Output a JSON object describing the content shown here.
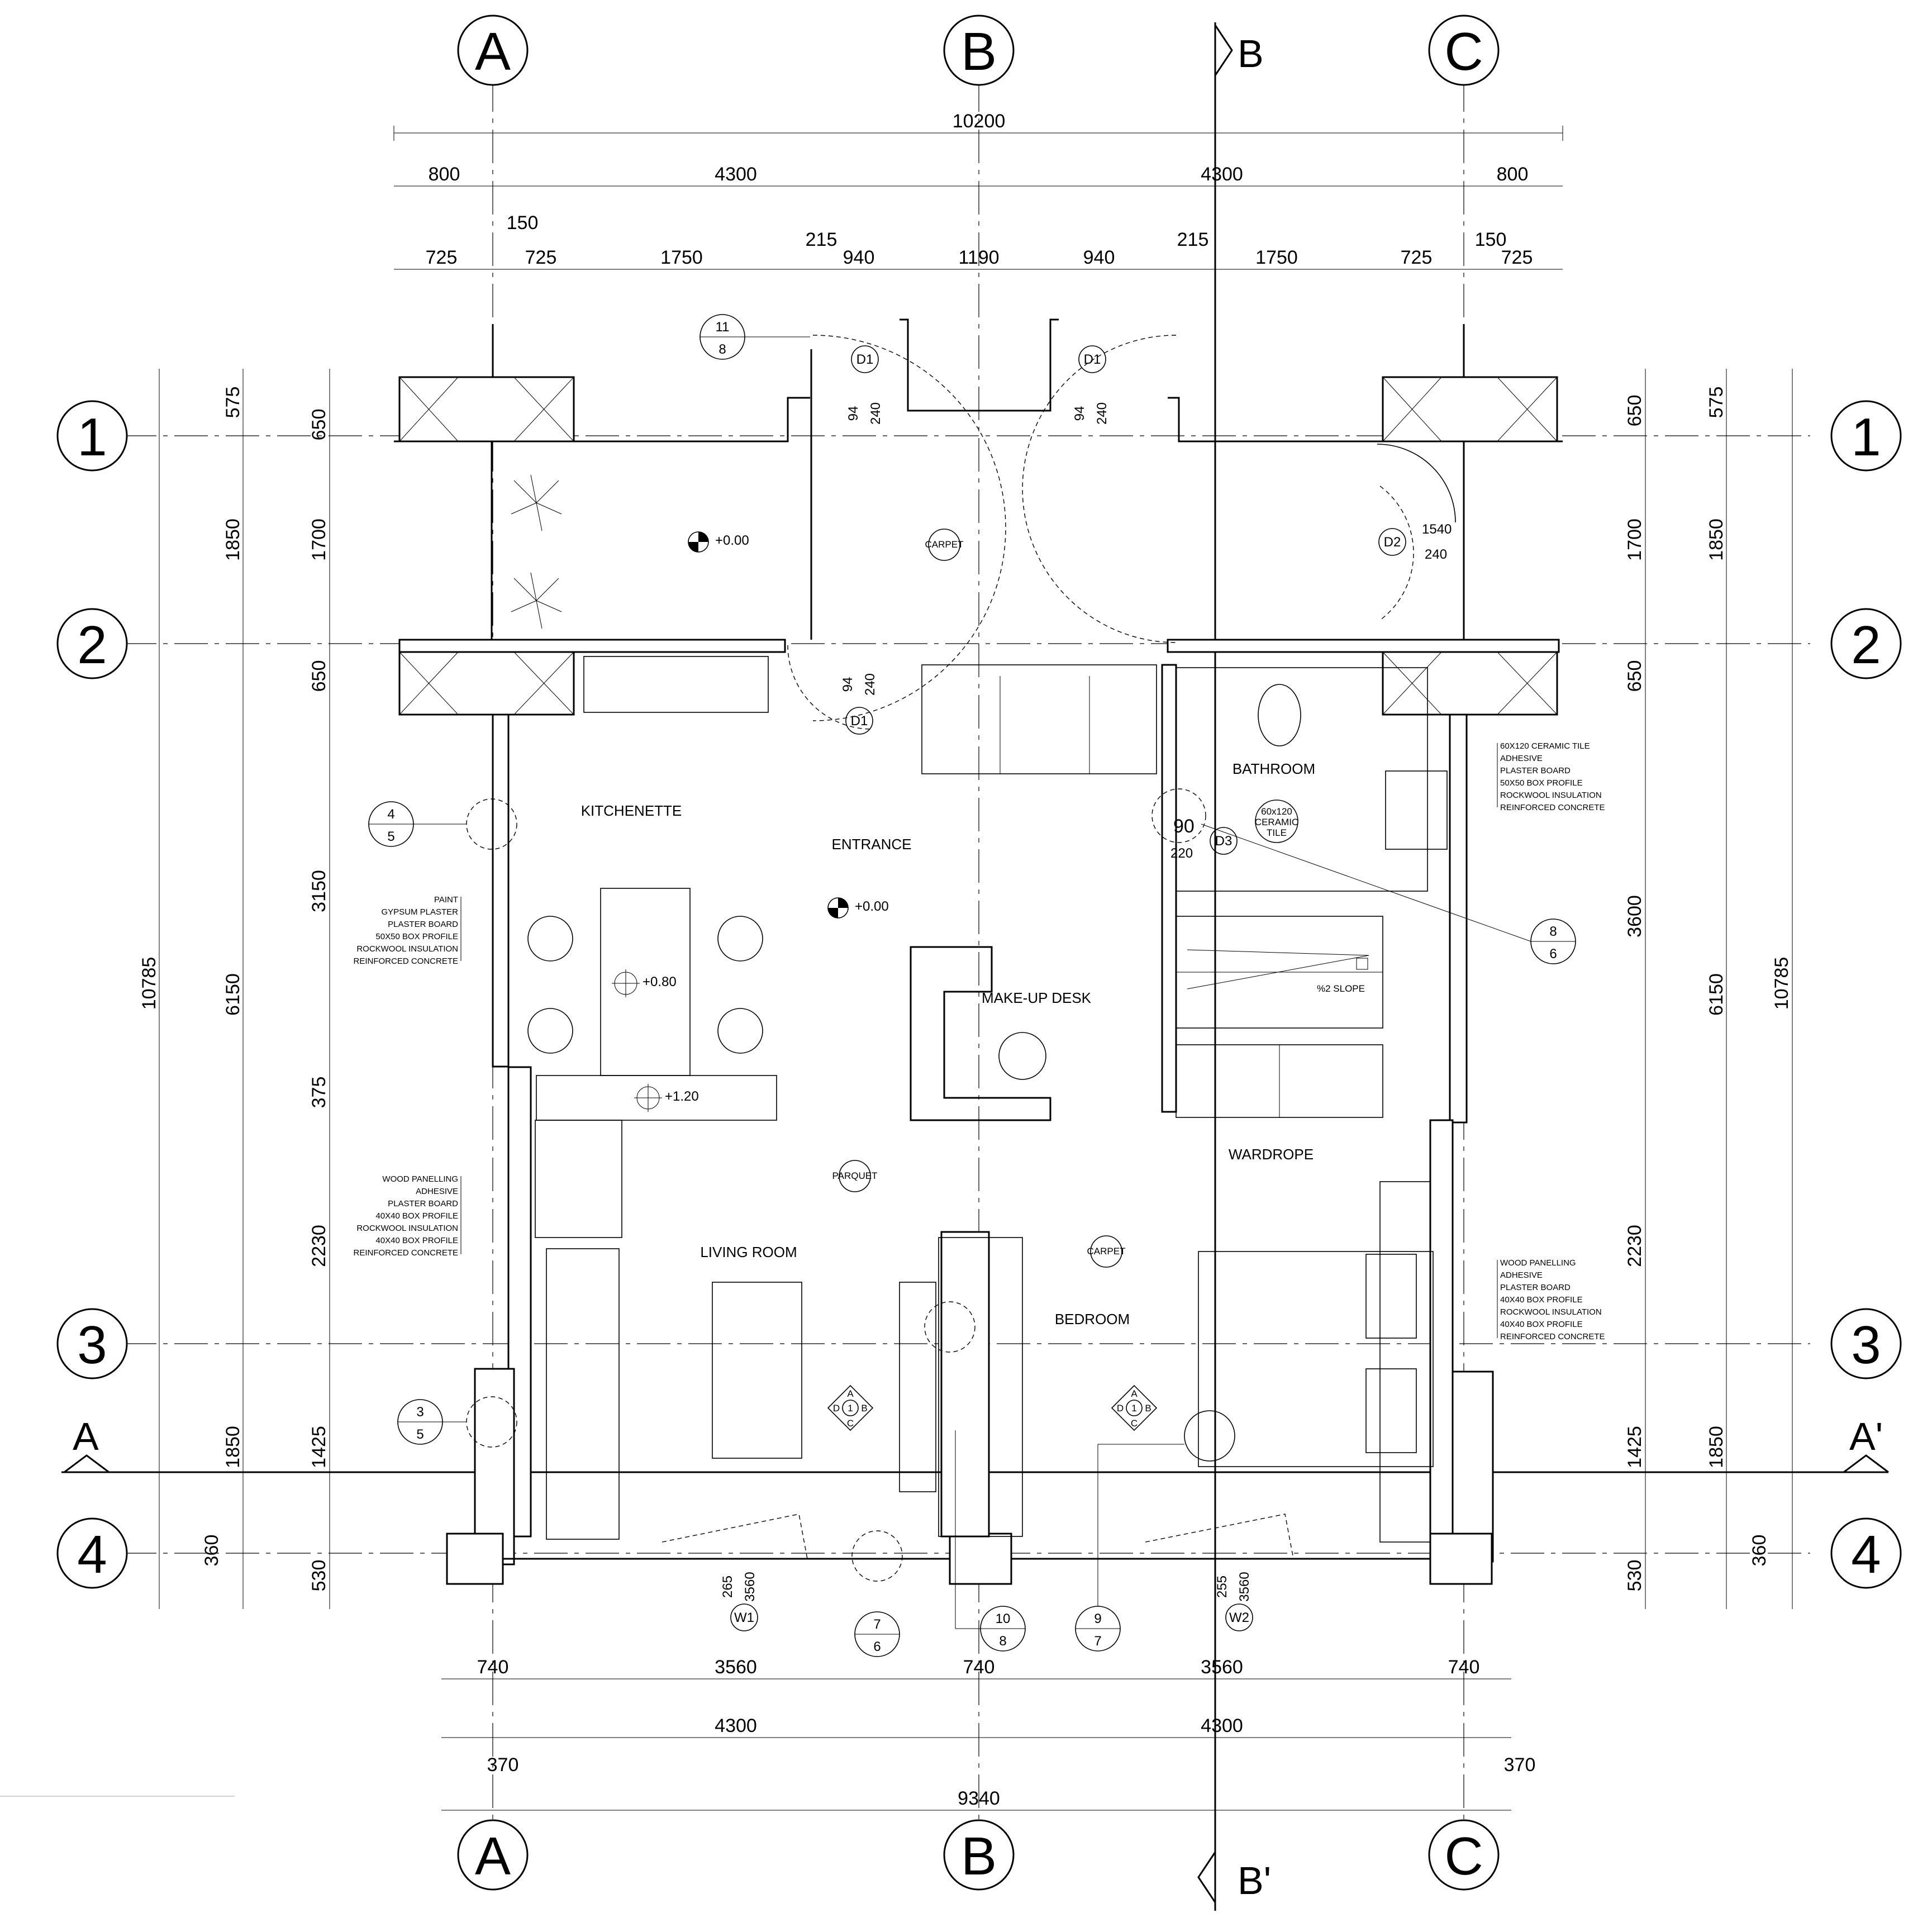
{
  "grid": {
    "columns": [
      "A",
      "B",
      "C"
    ],
    "rows": [
      "1",
      "2",
      "3",
      "4"
    ],
    "sections": {
      "horizontal_start": "A",
      "horizontal_end": "A'",
      "vertical_start": "B",
      "vertical_end": "B'"
    }
  },
  "dimensions": {
    "top_overall": "10200",
    "top_axes": [
      "800",
      "4300",
      "4300",
      "800"
    ],
    "top_details": [
      "725",
      "725",
      "1750",
      "940",
      "1190",
      "940",
      "1750",
      "725",
      "725"
    ],
    "top_small": [
      "150",
      "215",
      "215",
      "150"
    ],
    "bottom_details": [
      "740",
      "3560",
      "740",
      "3560",
      "740"
    ],
    "bottom_axes": [
      "4300",
      "4300"
    ],
    "bottom_offsets": [
      "370",
      "370"
    ],
    "bottom_overall": "9340",
    "side_outer": "10785",
    "side_axes": [
      "575",
      "1850",
      "6150",
      "1850",
      "360"
    ],
    "side_details": [
      "650",
      "1700",
      "650",
      "3150",
      "375",
      "2230",
      "1425",
      "530"
    ],
    "right_details": [
      "650",
      "1700",
      "650",
      "3600",
      "2230",
      "1425",
      "530"
    ],
    "openings": {
      "d1_a": "94",
      "d1_b": "240",
      "d2_a": "1540",
      "d2_b": "240",
      "d3_a": "90",
      "d3_b": "220",
      "w1_a": "265",
      "w1_b": "3560",
      "w2_a": "255",
      "w2_b": "3560"
    }
  },
  "rooms": {
    "kitchenette": "KITCHENETTE",
    "entrance": "ENTRANCE",
    "bathroom": "BATHROOM",
    "makeup_desk": "MAKE-UP DESK",
    "wardrope": "WARDROPE",
    "living_room": "LIVING ROOM",
    "bedroom": "BEDROOM"
  },
  "levels": {
    "terrace": "+0.00",
    "entrance": "+0.00",
    "counter": "+0.80",
    "bar": "+1.20"
  },
  "materials": {
    "carpet": "CARPET",
    "parquet": "PARQUET",
    "tile_a": "60x120",
    "tile_b": "CERAMIC",
    "tile_c": "TILE"
  },
  "slope": "%2 SLOPE",
  "tags": {
    "d1": "D1",
    "d2": "D2",
    "d3": "D3",
    "w1": "W1",
    "w2": "W2"
  },
  "callouts": [
    {
      "top": "11",
      "bottom": "8"
    },
    {
      "top": "4",
      "bottom": "5"
    },
    {
      "top": "8",
      "bottom": "6"
    },
    {
      "top": "3",
      "bottom": "5"
    },
    {
      "top": "7",
      "bottom": "6"
    },
    {
      "top": "10",
      "bottom": "8"
    },
    {
      "top": "9",
      "bottom": "7"
    }
  ],
  "elevation_key": {
    "a": "A",
    "b": "B",
    "c": "C",
    "d": "D",
    "n": "1"
  },
  "wall_notes": {
    "left_upper": [
      "PAINT",
      "GYPSUM PLASTER",
      "PLASTER BOARD",
      "50X50 BOX PROFILE",
      "ROCKWOOL INSULATION",
      "REINFORCED CONCRETE"
    ],
    "left_lower": [
      "WOOD PANELLING",
      "ADHESIVE",
      "PLASTER BOARD",
      "40X40 BOX PROFILE",
      "ROCKWOOL INSULATION",
      "40X40 BOX PROFILE",
      "REINFORCED CONCRETE"
    ],
    "right_upper": [
      "60X120 CERAMIC TILE",
      "ADHESIVE",
      "PLASTER BOARD",
      "50X50 BOX PROFILE",
      "ROCKWOOL INSULATION",
      "REINFORCED CONCRETE"
    ],
    "right_lower": [
      "WOOD PANELLING",
      "ADHESIVE",
      "PLASTER BOARD",
      "40X40 BOX PROFILE",
      "ROCKWOOL INSULATION",
      "40X40 BOX PROFILE",
      "REINFORCED CONCRETE"
    ]
  }
}
